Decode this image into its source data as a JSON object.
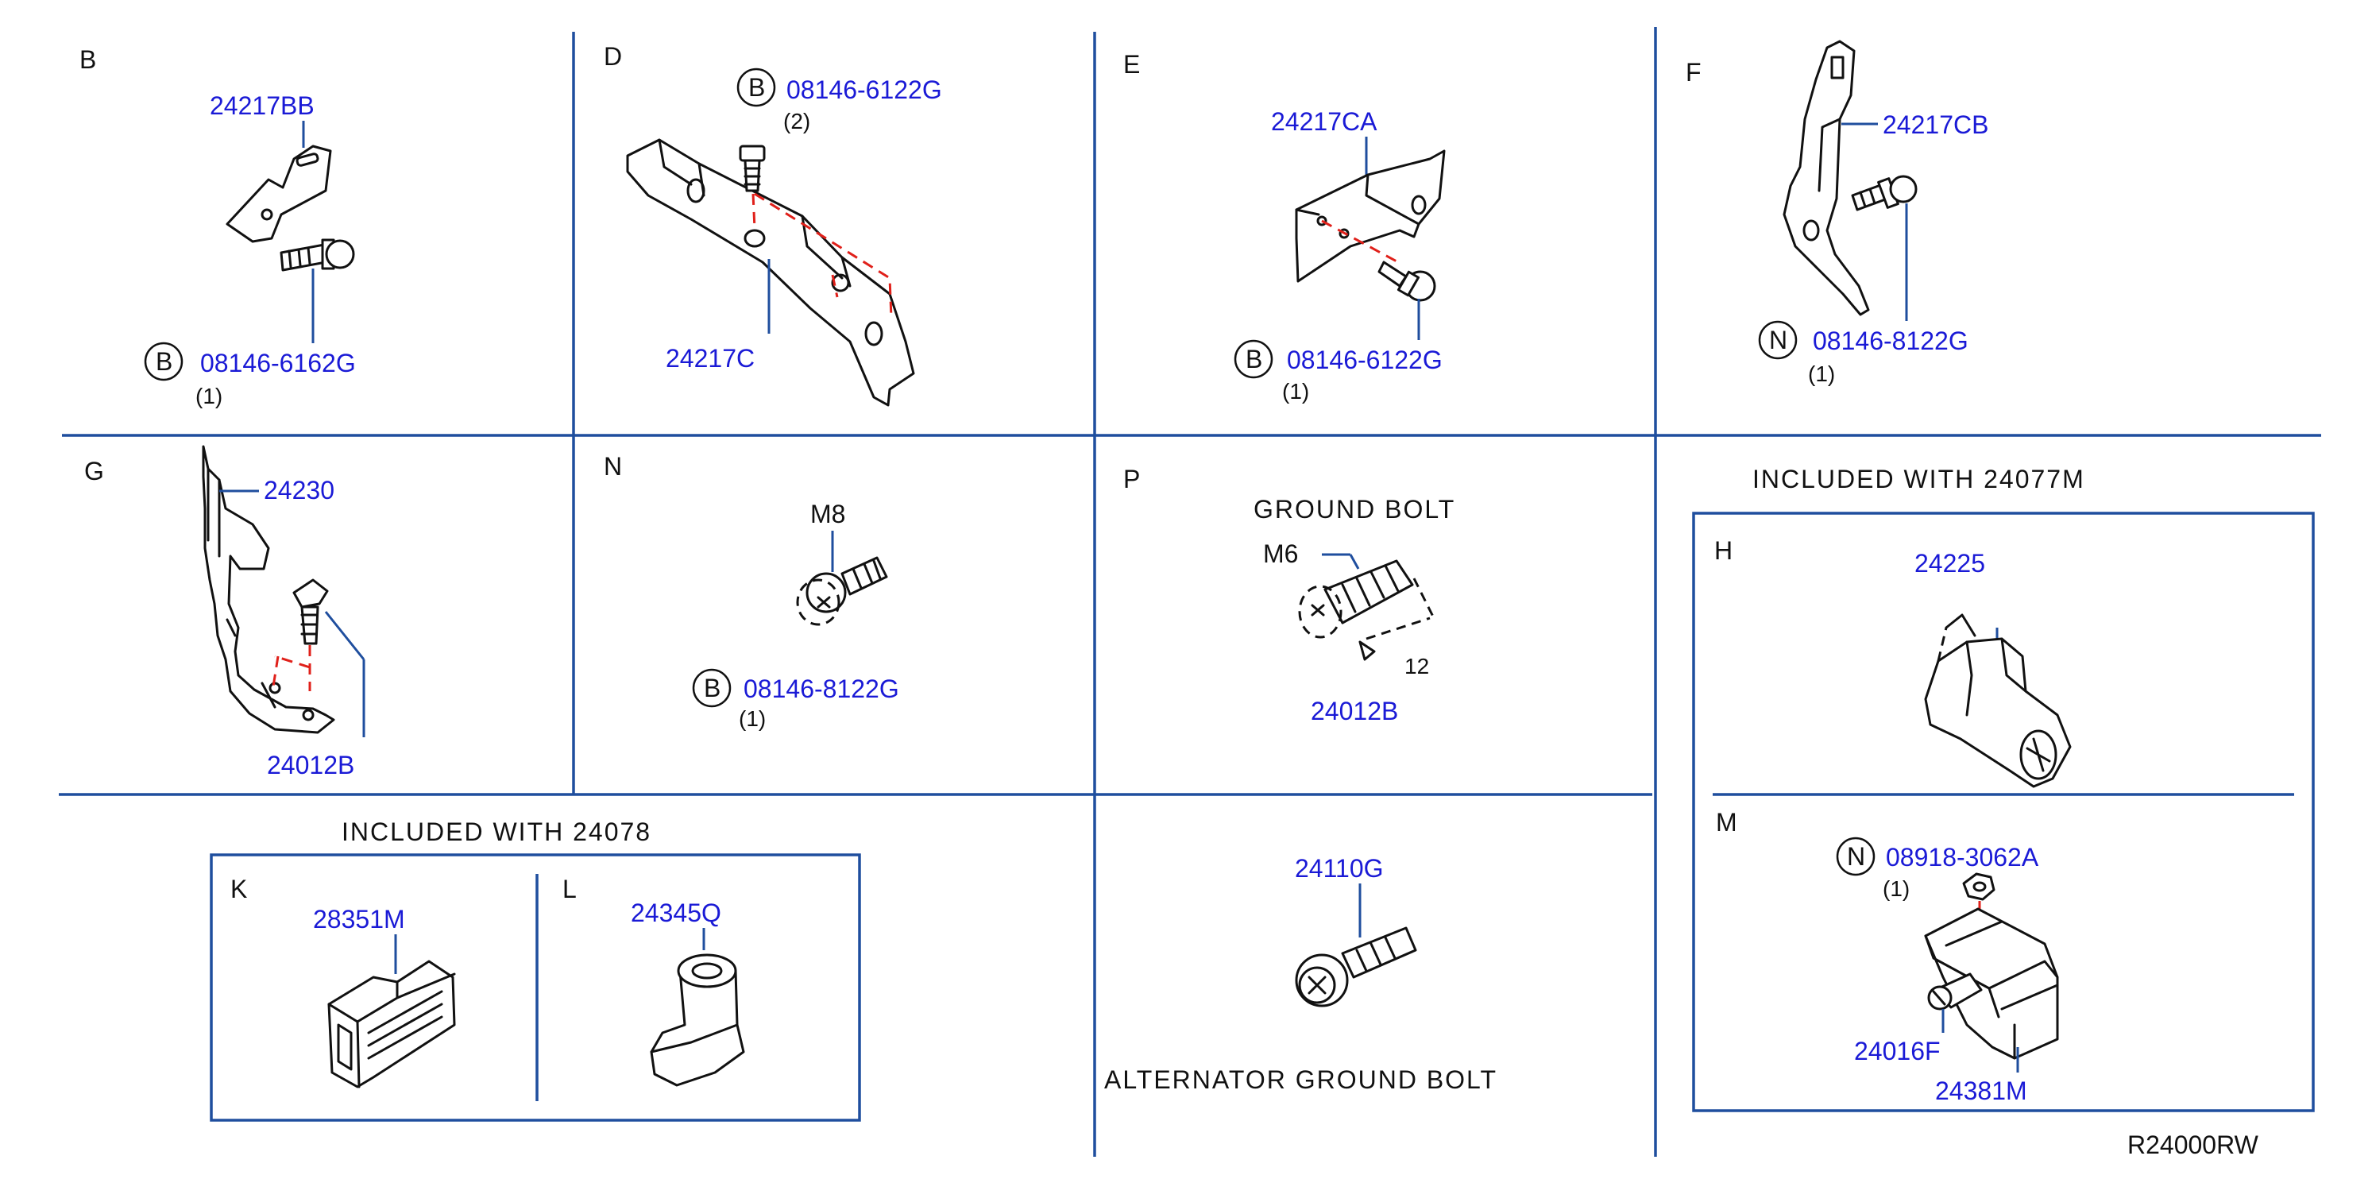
{
  "sections": {
    "B": {
      "label": "B",
      "part": "24217BB",
      "bolt": {
        "prefix": "B",
        "number": "08146-6162G",
        "qty": "(1)"
      }
    },
    "D": {
      "label": "D",
      "part": "24217C",
      "bolt": {
        "prefix": "B",
        "number": "08146-6122G",
        "qty": "(2)"
      }
    },
    "E": {
      "label": "E",
      "part": "24217CA",
      "bolt": {
        "prefix": "B",
        "number": "08146-6122G",
        "qty": "(1)"
      }
    },
    "F": {
      "label": "F",
      "part": "24217CB",
      "bolt": {
        "prefix": "N",
        "number": "08146-8122G",
        "qty": "(1)"
      }
    },
    "G": {
      "label": "G",
      "part": "24230",
      "bolt_part": "24012B"
    },
    "N": {
      "label": "N",
      "size": "M8",
      "bolt": {
        "prefix": "B",
        "number": "08146-8122G",
        "qty": "(1)"
      }
    },
    "P": {
      "label": "P",
      "title": "GROUND BOLT",
      "size": "M6",
      "dimension": "12",
      "part": "24012B"
    },
    "K": {
      "label": "K",
      "part": "28351M"
    },
    "L": {
      "label": "L",
      "part": "24345Q"
    },
    "ALT": {
      "part": "24110G",
      "title": "ALTERNATOR GROUND BOLT"
    },
    "H": {
      "label": "H",
      "part": "24225"
    },
    "M": {
      "label": "M",
      "nut": {
        "prefix": "N",
        "number": "08918-3062A",
        "qty": "(1)"
      },
      "part_a": "24016F",
      "part_b": "24381M"
    }
  },
  "included_24078": "INCLUDED WITH 24078",
  "included_24077m": "INCLUDED WITH 24077M",
  "diagram_code": "R24000RW"
}
